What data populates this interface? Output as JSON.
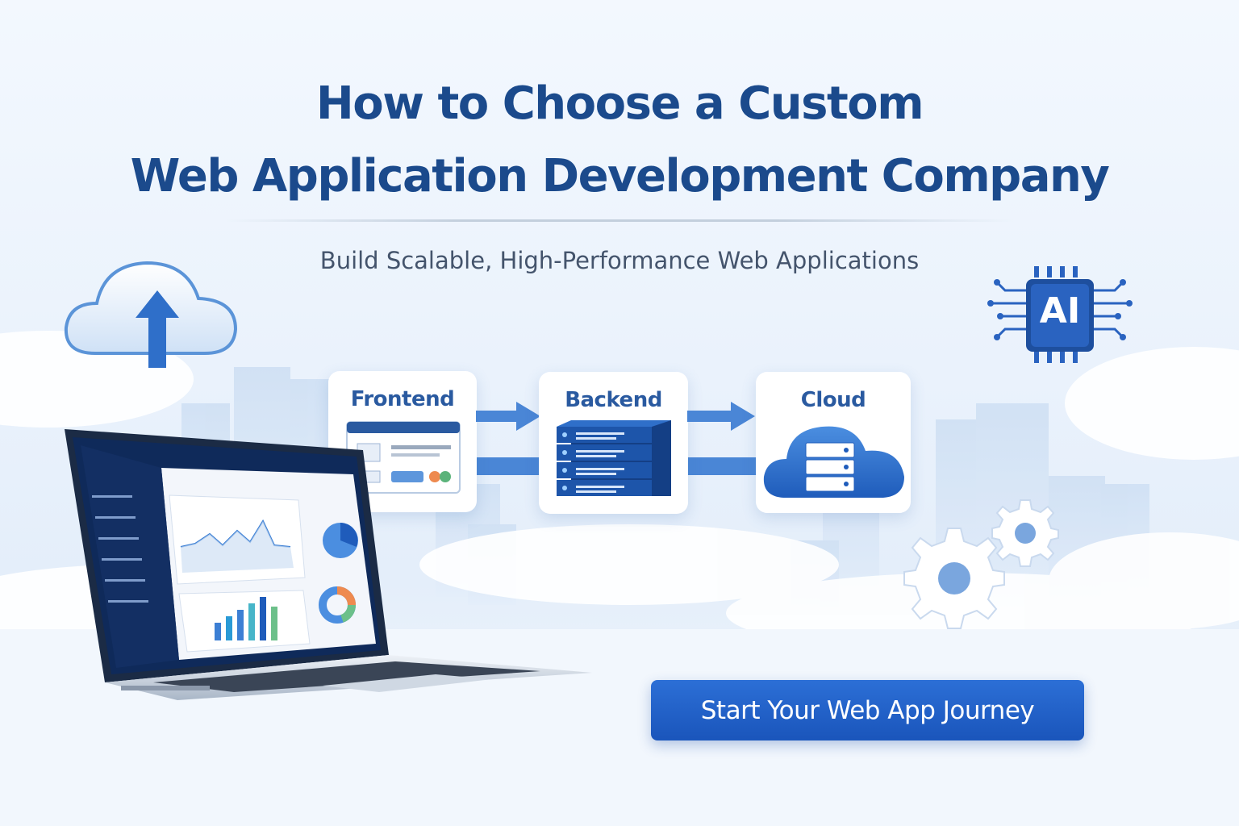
{
  "hero": {
    "title_line1": "How to Choose a Custom",
    "title_line2": "Web Application Development Company",
    "subtitle": "Build Scalable, High-Performance Web Applications"
  },
  "flow": {
    "frontend_label": "Frontend",
    "backend_label": "Backend",
    "cloud_label": "Cloud"
  },
  "chip": {
    "label": "AI"
  },
  "cta": {
    "label": "Start Your Web App Journey"
  },
  "icons": [
    "cloud-upload-icon",
    "ai-chip-icon",
    "gear-icon",
    "laptop-icon",
    "server-rack-icon",
    "cloud-server-icon",
    "arrow-right-icon"
  ],
  "colors": {
    "primary": "#1b4a8c",
    "accent": "#1a55bb",
    "light": "#eaf2fc"
  }
}
